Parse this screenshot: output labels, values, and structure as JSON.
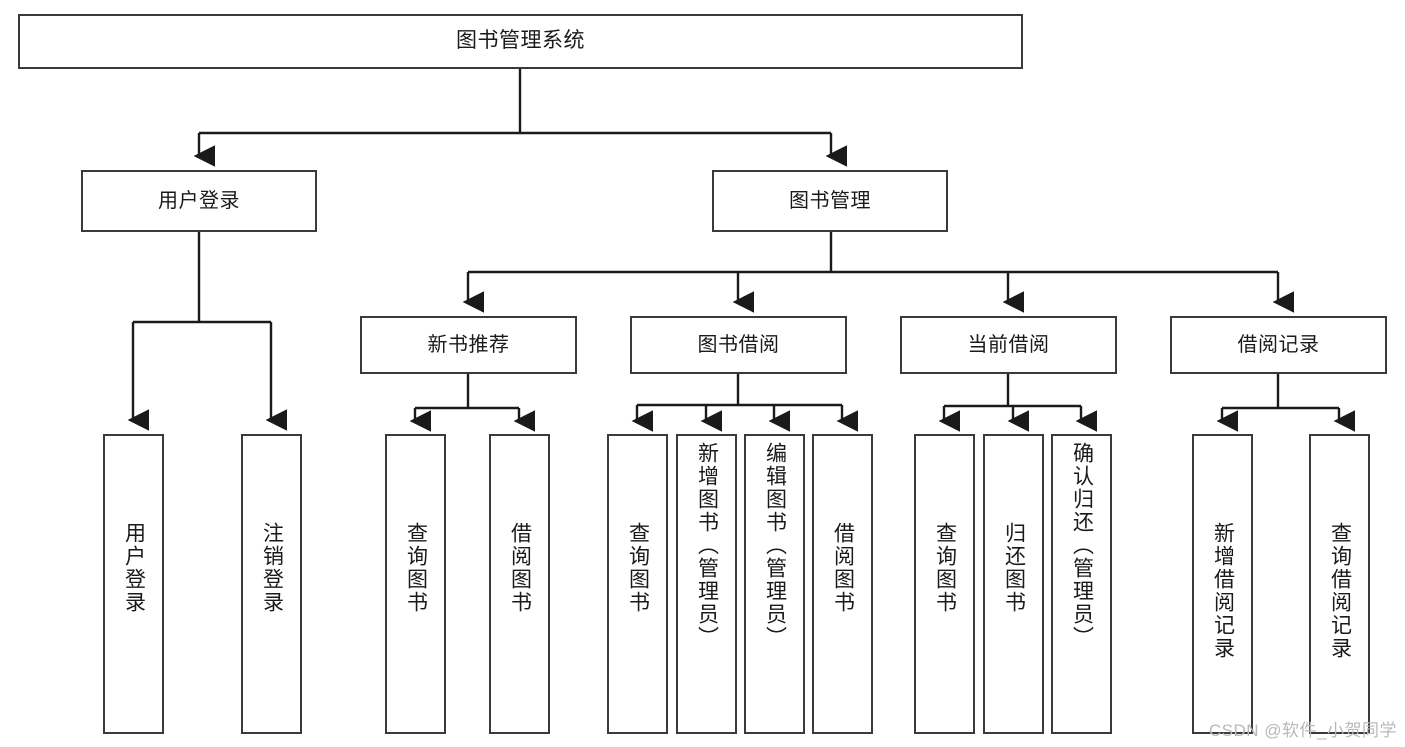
{
  "diagram": {
    "title": "图书管理系统",
    "type": "hierarchy-tree",
    "colors": {
      "box_border": "#3a3a3a",
      "box_fill": "#ffffff",
      "connector": "#1a1a1a",
      "watermark": "#b9b9b9",
      "background": "#ffffff"
    },
    "root": {
      "label": "图书管理系统"
    },
    "level2": [
      {
        "label": "用户登录"
      },
      {
        "label": "图书管理"
      }
    ],
    "level3": [
      {
        "label": "新书推荐"
      },
      {
        "label": "图书借阅"
      },
      {
        "label": "当前借阅"
      },
      {
        "label": "借阅记录"
      }
    ],
    "leaves": {
      "user_login": [
        {
          "label": "用户登录"
        },
        {
          "label": "注销登录"
        }
      ],
      "new_book_recommend": [
        {
          "label": "查询图书"
        },
        {
          "label": "借阅图书"
        }
      ],
      "book_borrow": [
        {
          "label": "查询图书"
        },
        {
          "label": "新增图书（管理员）"
        },
        {
          "label": "编辑图书（管理员）"
        },
        {
          "label": "借阅图书"
        }
      ],
      "current_borrow": [
        {
          "label": "查询图书"
        },
        {
          "label": "归还图书"
        },
        {
          "label": "确认归还（管理员）"
        }
      ],
      "borrow_record": [
        {
          "label": "新增借阅记录"
        },
        {
          "label": "查询借阅记录"
        }
      ]
    }
  },
  "watermark": {
    "text": "CSDN @软件_小贺同学"
  }
}
